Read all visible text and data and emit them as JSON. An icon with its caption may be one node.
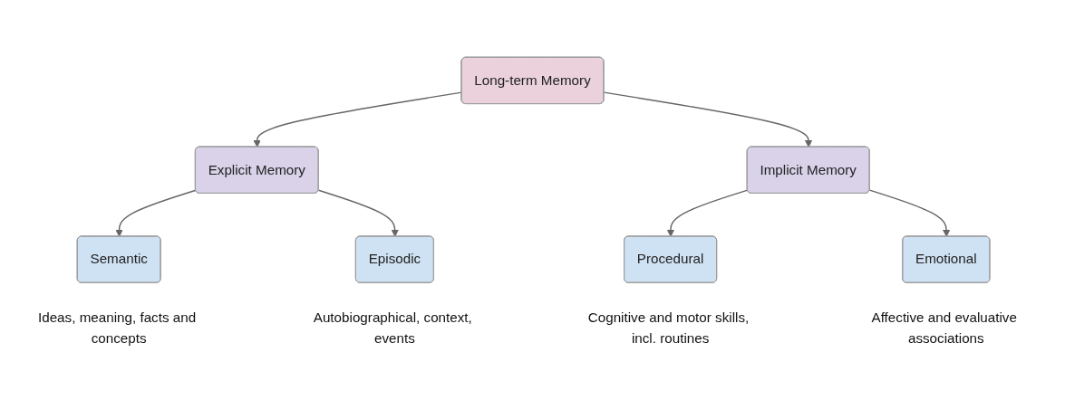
{
  "diagram": {
    "nodes": [
      {
        "text": [
          "Long-term Memory"
        ]
      },
      {
        "text": [
          "Explicit Memory"
        ]
      },
      {
        "text": [
          "Implicit Memory"
        ]
      },
      {
        "text": [
          "Semantic"
        ],
        "beside": [
          "Ideas, meaning, facts and concepts"
        ]
      },
      {
        "text": [
          "Episodic"
        ],
        "beside": [
          "Autobiographical, context, events"
        ]
      },
      {
        "text": [
          "Procedural"
        ],
        "beside": [
          "Cognitive and motor skills, incl. routines"
        ]
      },
      {
        "text": [
          "Emotional"
        ],
        "beside": [
          "Affective and evaluative associations"
        ]
      }
    ],
    "edges": [
      {
        "from": 0,
        "to": 1,
        "arrow": "to"
      },
      {
        "from": 0,
        "to": 2,
        "arrow": "to"
      },
      {
        "from": 1,
        "to": 3,
        "arrow": "to"
      },
      {
        "from": 1,
        "to": 4,
        "arrow": "to"
      },
      {
        "from": 2,
        "to": 5,
        "arrow": "to"
      },
      {
        "from": 2,
        "to": 6,
        "arrow": "to"
      }
    ]
  }
}
